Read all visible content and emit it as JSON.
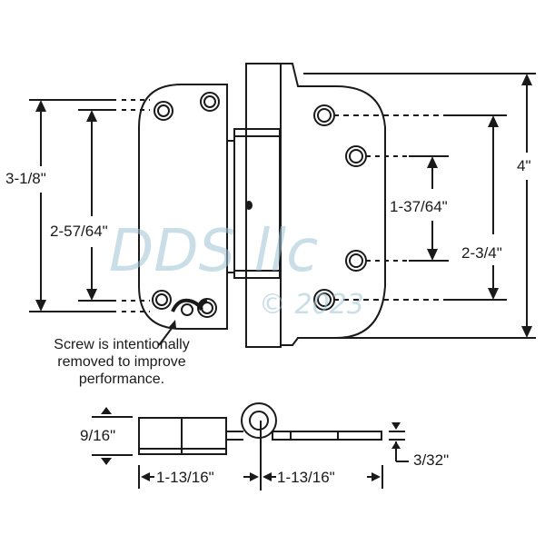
{
  "diagram": {
    "subject": "Spring hinge dimension drawing",
    "front_view": {
      "dimensions": {
        "left_leaf_outer_hole_span": "3-1/8\"",
        "left_leaf_inner_hole_span": "2-57/64\"",
        "right_leaf_inner_hole_span": "1-37/64\"",
        "right_leaf_outer_hole_span": "2-3/4\"",
        "overall_height": "4\""
      },
      "note": {
        "line1": "Screw is intentionally",
        "line2": "removed to improve",
        "line3": "performance."
      }
    },
    "side_view": {
      "dimensions": {
        "knuckle_thickness": "9/16\"",
        "left_leaf_width": "1-13/16\"",
        "right_leaf_width": "1-13/16\"",
        "leaf_thickness": "3/32\""
      }
    },
    "watermark": {
      "text": "DDS llc",
      "copyright": "© 2023"
    },
    "colors": {
      "line": "#1a1a1a",
      "watermark": "#9fc4d6",
      "background": "#ffffff"
    }
  }
}
